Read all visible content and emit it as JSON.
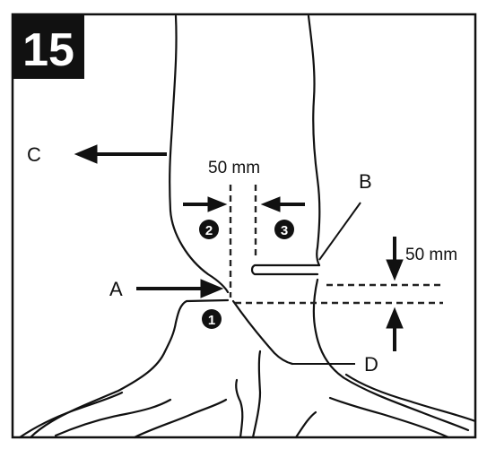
{
  "figure": {
    "number": "15",
    "labels": {
      "a": "A",
      "b": "B",
      "c": "C",
      "d": "D"
    },
    "steps": [
      "1",
      "2",
      "3"
    ],
    "dimensions": {
      "gap_width": "50 mm",
      "gap_height": "50 mm"
    }
  },
  "colors": {
    "ink": "#111111",
    "badge_bg": "#111111",
    "badge_text": "#ffffff",
    "background": "#ffffff"
  }
}
